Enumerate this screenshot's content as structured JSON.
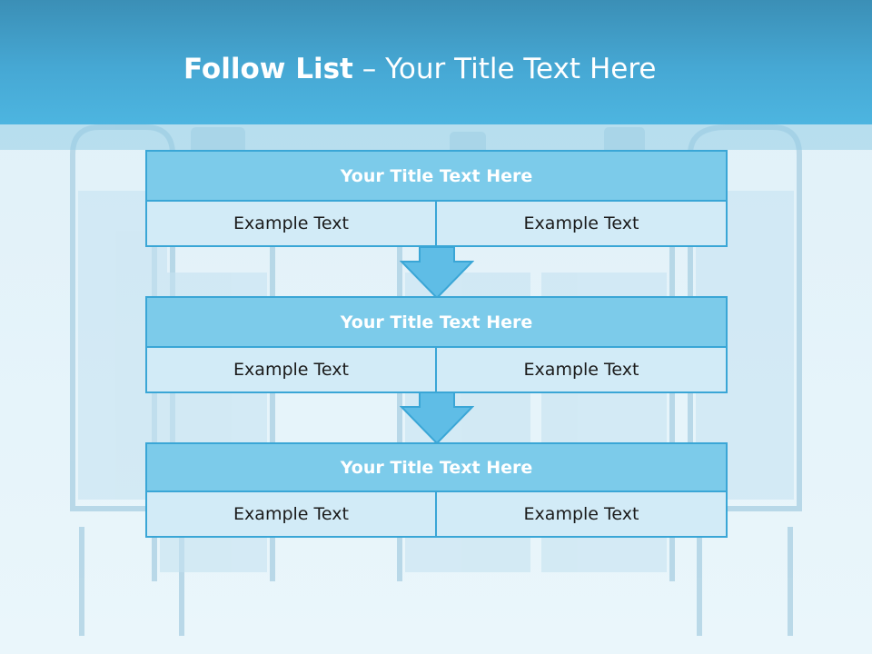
{
  "slide": {
    "title_bold": "Follow List",
    "title_rest": "– Your Title Text Here"
  },
  "steps": [
    {
      "title": "Your Title Text Here",
      "left": "Example Text",
      "right": "Example Text"
    },
    {
      "title": "Your Title Text Here",
      "left": "Example Text",
      "right": "Example Text"
    },
    {
      "title": "Your Title Text Here",
      "left": "Example Text",
      "right": "Example Text"
    }
  ],
  "colors": {
    "header": "#46a8d4",
    "box_border": "#3aa6d6",
    "box_title_fill": "#7ccbea",
    "box_cell_fill": "#d2ebf7",
    "arrow_fill": "#5fbde6"
  },
  "background": {
    "image_subject": "glass vials"
  }
}
